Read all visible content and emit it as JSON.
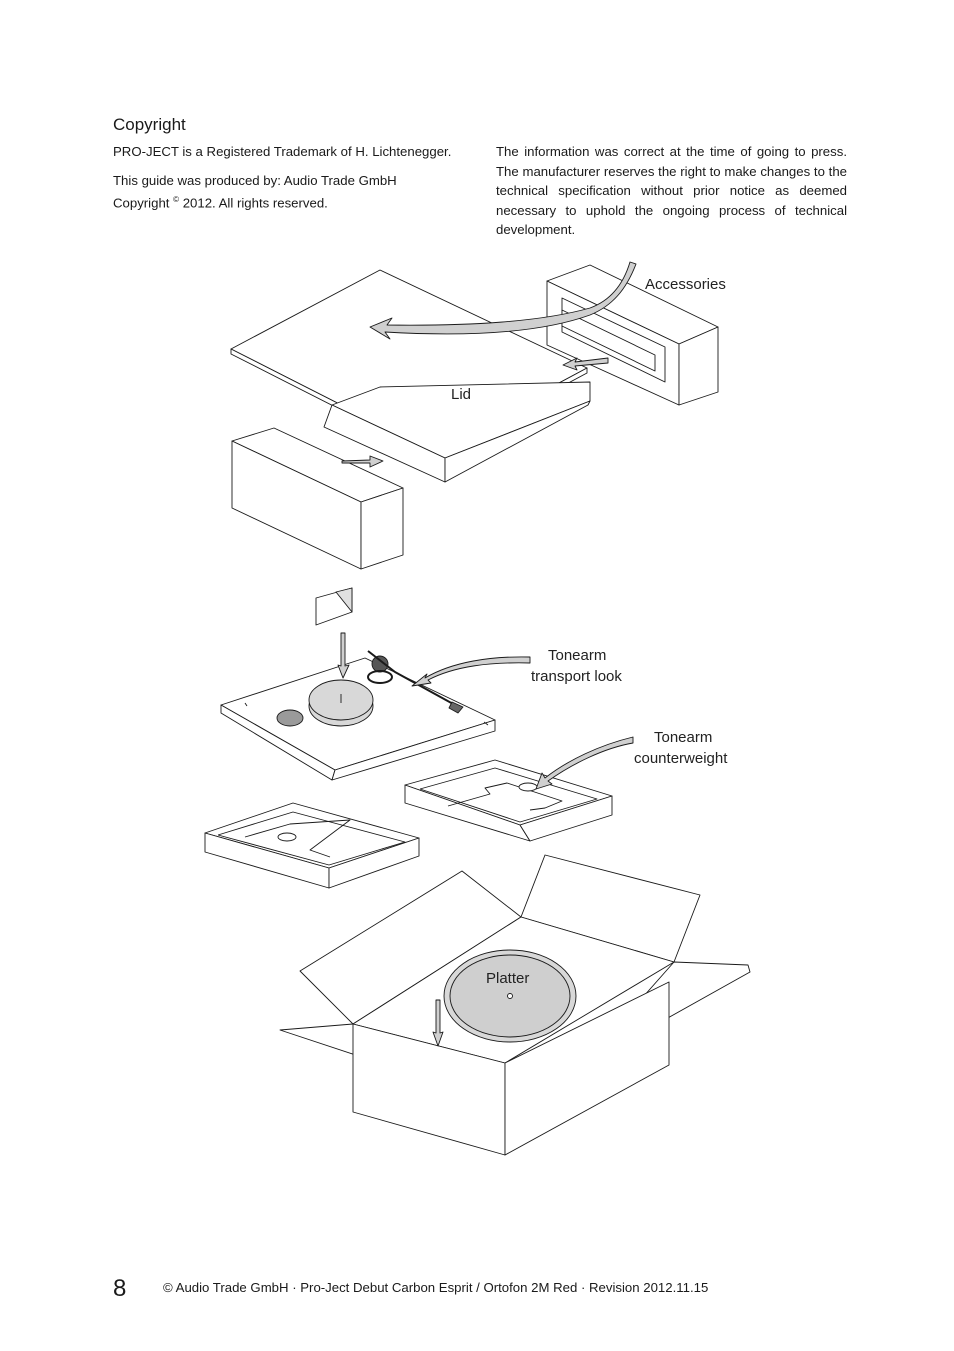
{
  "section": {
    "title": "Copyright",
    "trademark": "PRO-JECT is a Registered Trademark of H. Lichtenegger.",
    "produced_by": "This guide was produced by: Audio Trade GmbH",
    "copyright_prefix": "Copyright",
    "copyright_symbol": "©",
    "copyright_suffix": " 2012. All rights reserved.",
    "disclaimer": "The information was correct at the time of going to press. The manufacturer reserves the right to make changes to the technical specification without prior notice as deemed necessary to uphold the ongoing process of technical development."
  },
  "illustration": {
    "labels": {
      "accessories": "Accessories",
      "lid": "Lid",
      "tonearm_transport_line1": "Tonearm",
      "tonearm_transport_line2": "transport look",
      "tonearm_counter_line1": "Tonearm",
      "tonearm_counter_line2": "counterweight",
      "platter": "Platter"
    }
  },
  "footer": {
    "page_number": "8",
    "text": "© Audio Trade GmbH · Pro-Ject Debut Carbon Esprit / Ortofon 2M Red · Revision 2012.11.15"
  }
}
